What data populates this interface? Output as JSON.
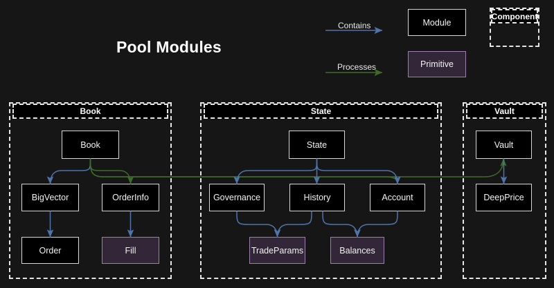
{
  "diagram": {
    "title": "Pool Modules",
    "background_color": "#161616",
    "module_fill": "#000000",
    "module_border": "#d8d8d8",
    "primitive_fill": "#332639",
    "primitive_border": "#9b7fae",
    "contains_color": "#4f74ab",
    "processes_color": "#3f6b29",
    "group_border": "#e6e6e6"
  },
  "legend": {
    "contains_label": "Contains",
    "processes_label": "Processes",
    "module_label": "Module",
    "primitive_label": "Primitive",
    "component_label": "Component"
  },
  "groups": [
    {
      "id": "book",
      "label": "Book"
    },
    {
      "id": "state",
      "label": "State"
    },
    {
      "id": "vault",
      "label": "Vault"
    }
  ],
  "nodes": {
    "book": {
      "label": "Book",
      "type": "module"
    },
    "bigvector": {
      "label": "BigVector",
      "type": "module"
    },
    "orderinfo": {
      "label": "OrderInfo",
      "type": "module"
    },
    "order": {
      "label": "Order",
      "type": "module"
    },
    "fill": {
      "label": "Fill",
      "type": "primitive"
    },
    "state": {
      "label": "State",
      "type": "module"
    },
    "governance": {
      "label": "Governance",
      "type": "module"
    },
    "history": {
      "label": "History",
      "type": "module"
    },
    "account": {
      "label": "Account",
      "type": "module"
    },
    "tradeparams": {
      "label": "TradeParams",
      "type": "primitive"
    },
    "balances": {
      "label": "Balances",
      "type": "primitive"
    },
    "vault": {
      "label": "Vault",
      "type": "module"
    },
    "deepprice": {
      "label": "DeepPrice",
      "type": "module"
    }
  },
  "edges": [
    {
      "from": "book",
      "to": "bigvector",
      "kind": "contains"
    },
    {
      "from": "book",
      "to": "orderinfo",
      "kind": "processes"
    },
    {
      "from": "book",
      "to": "account",
      "kind": "processes"
    },
    {
      "from": "book",
      "to": "vault",
      "kind": "processes"
    },
    {
      "from": "bigvector",
      "to": "order",
      "kind": "contains"
    },
    {
      "from": "orderinfo",
      "to": "fill",
      "kind": "contains"
    },
    {
      "from": "state",
      "to": "governance",
      "kind": "contains"
    },
    {
      "from": "state",
      "to": "history",
      "kind": "contains"
    },
    {
      "from": "state",
      "to": "account",
      "kind": "contains"
    },
    {
      "from": "governance",
      "to": "tradeparams",
      "kind": "contains"
    },
    {
      "from": "history",
      "to": "tradeparams",
      "kind": "contains"
    },
    {
      "from": "history",
      "to": "balances",
      "kind": "contains"
    },
    {
      "from": "account",
      "to": "balances",
      "kind": "contains"
    },
    {
      "from": "vault",
      "to": "deepprice",
      "kind": "contains"
    }
  ]
}
